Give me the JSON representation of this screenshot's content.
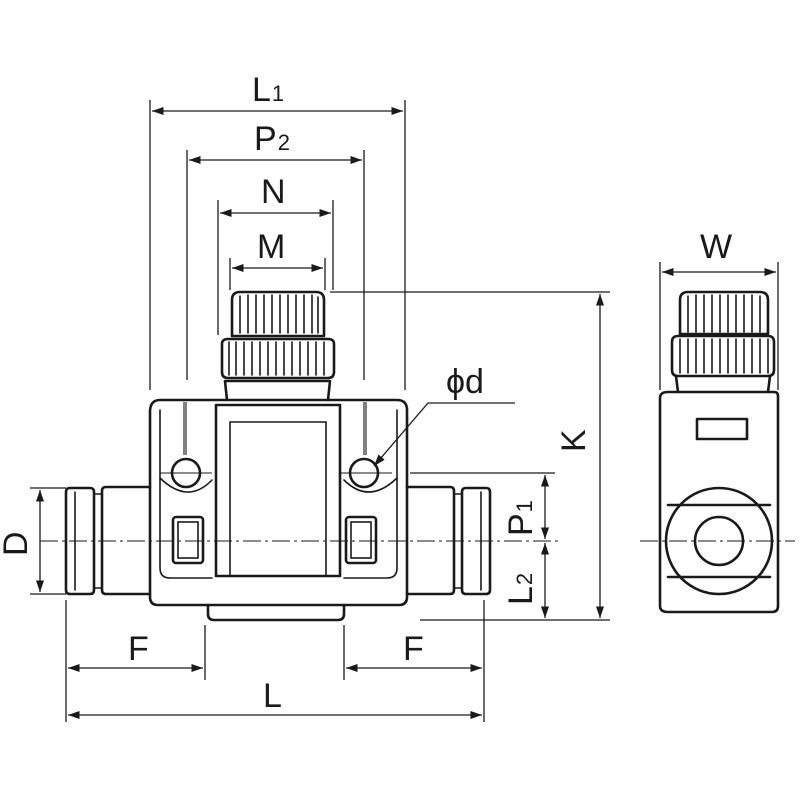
{
  "diagram": {
    "labels": {
      "L1_main": "L",
      "L1_sub": "1",
      "P2_main": "P",
      "P2_sub": "2",
      "N": "N",
      "M": "M",
      "W": "W",
      "phi_d": "ϕd",
      "K": "K",
      "D": "D",
      "P1_main": "P",
      "P1_sub": "1",
      "L2_main": "L",
      "L2_sub": "2",
      "F_left": "F",
      "F_right": "F",
      "L": "L"
    },
    "views": [
      "front-view",
      "side-view"
    ]
  }
}
